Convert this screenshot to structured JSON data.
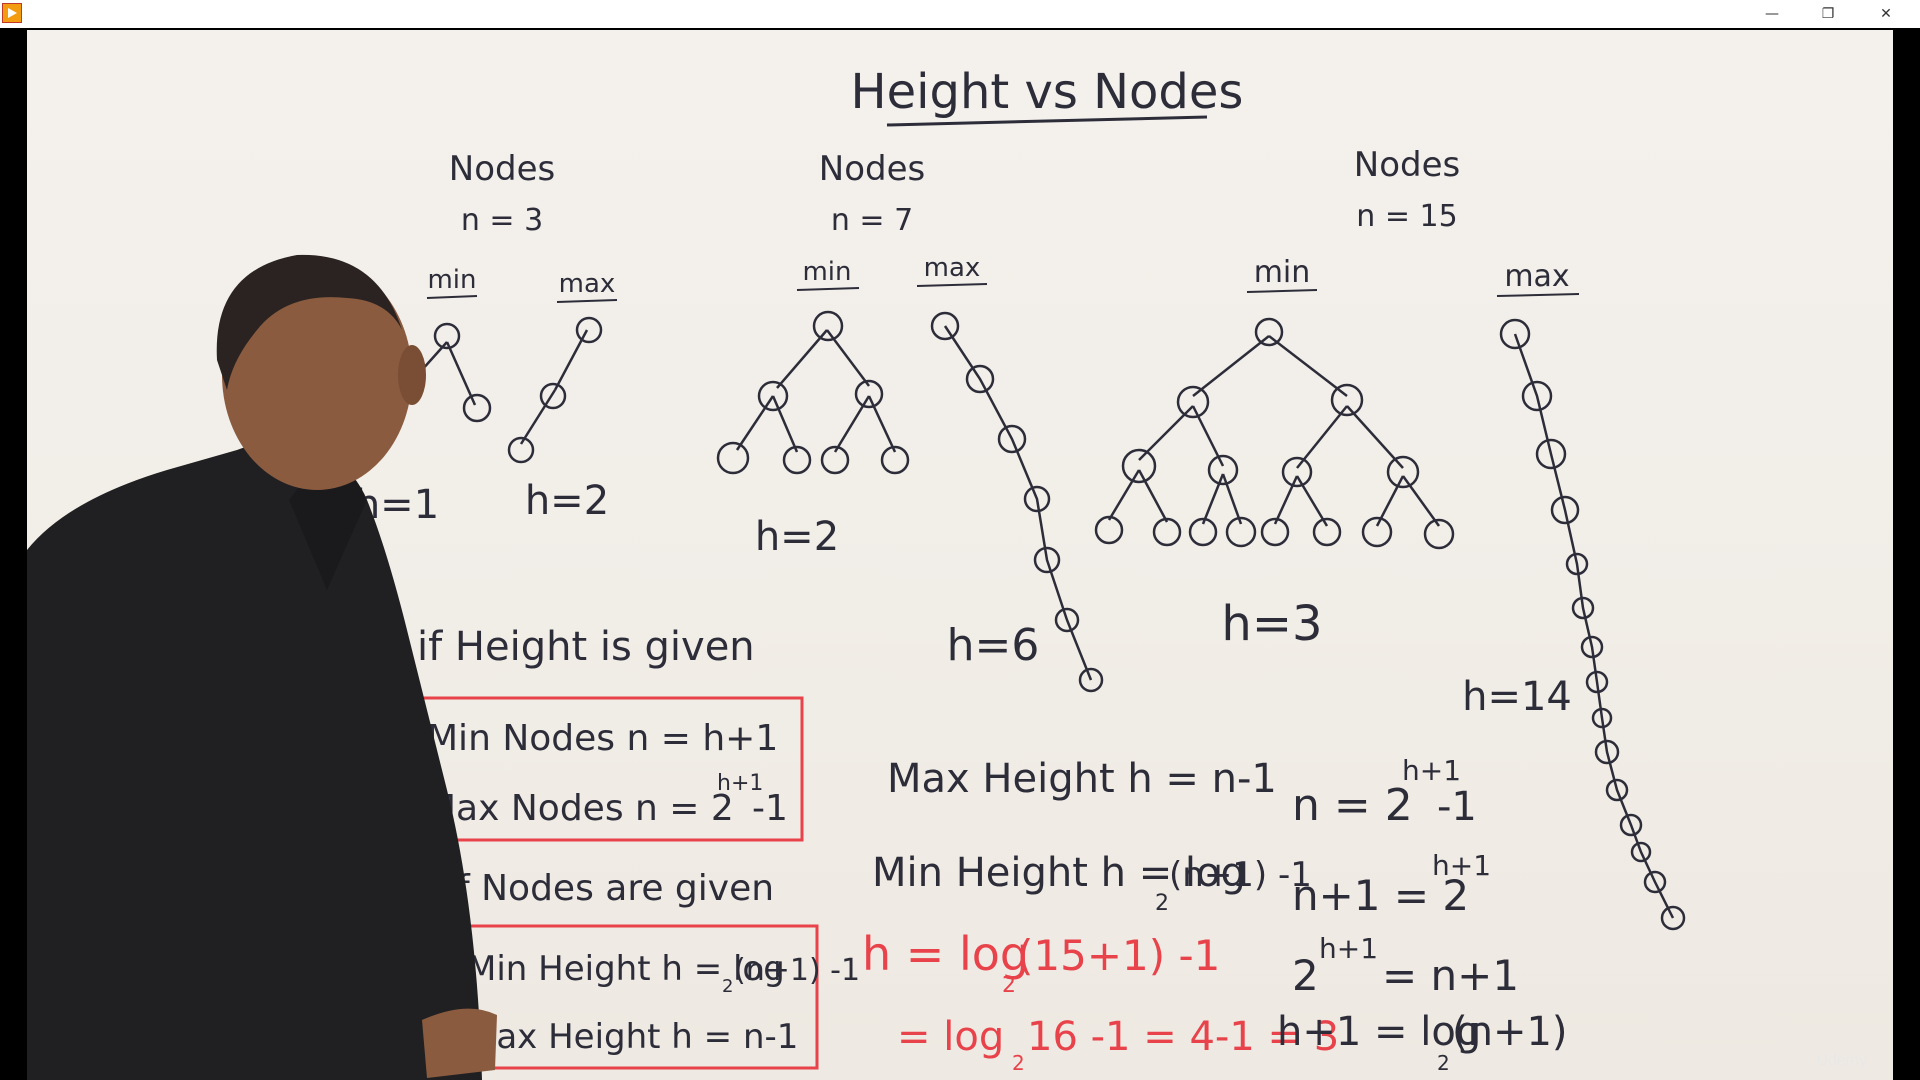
{
  "window": {
    "minimize_icon": "minimize-icon",
    "restore_icon": "restore-icon",
    "close_icon": "close-icon",
    "minimize_glyph": "—",
    "restore_glyph": "❐",
    "close_glyph": "✕"
  },
  "board": {
    "title": "Height vs Nodes",
    "groups": [
      {
        "label": "Nodes",
        "n": "n = 3",
        "min_label": "min",
        "max_label": "max",
        "h_min": "h=1",
        "h_max": "h=2"
      },
      {
        "label": "Nodes",
        "n": "n = 7",
        "min_label": "min",
        "max_label": "max",
        "h_min": "h=2",
        "h_max": "h=6"
      },
      {
        "label": "Nodes",
        "n": "n = 15",
        "min_label": "min",
        "max_label": "max",
        "h_min": "h=3",
        "h_max": "h=14"
      }
    ],
    "height_given": {
      "heading": "if Height is given",
      "min_nodes": "Min Nodes  n = h+1",
      "max_nodes": "Max Nodes  n = 2",
      "max_nodes_exp": "h+1",
      "max_nodes_tail": "-1"
    },
    "nodes_given": {
      "heading": "if Nodes are given",
      "min_height": "Min Height  h = log",
      "min_height_sub": "2",
      "min_height_tail": "(n+1) -1",
      "max_height": "Max Height  h = n-1"
    },
    "middle_formulas": {
      "max_height": "Max Height  h = n-1",
      "min_height": "Min Height  h = log",
      "min_height_sub": "2",
      "min_height_tail": "(n+1) -1"
    },
    "example_red": {
      "line1": "h = log",
      "line1_sub": "2",
      "line1_tail": "(15+1) -1",
      "line2": "= log",
      "line2_sub": "2",
      "line2_tail": "16 -1 = 4-1 = 3"
    },
    "derivation": {
      "line1": "n = 2",
      "line1_exp": "h+1",
      "line1_tail": "-1",
      "line2": "n+1 = 2",
      "line2_exp": "h+1",
      "line3": "2",
      "line3_exp": "h+1",
      "line3_tail": "= n+1",
      "line4": "h+1 = log",
      "line4_sub": "2",
      "line4_tail": "(n+1)"
    },
    "watermark": "Udemy"
  },
  "colors": {
    "board": "#f2eee8",
    "ink_black": "#2d2d3a",
    "ink_red": "#e8424a",
    "titlebar": "#ffffff"
  }
}
